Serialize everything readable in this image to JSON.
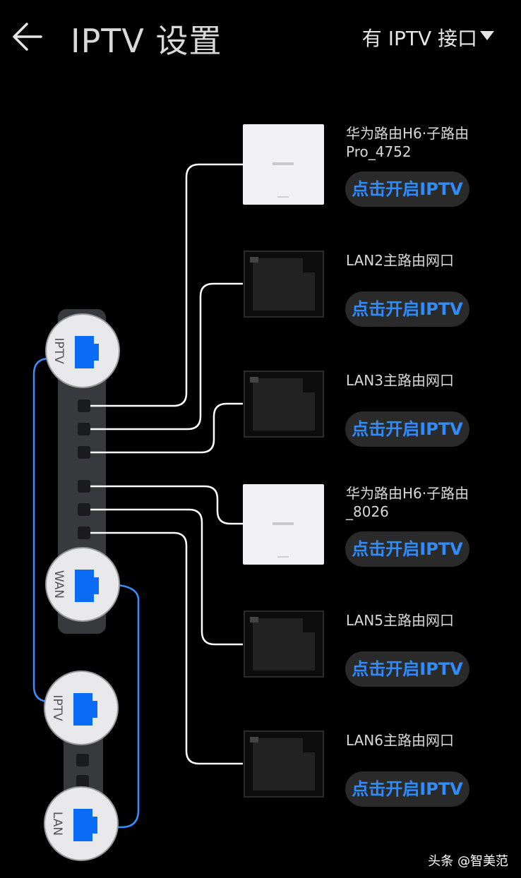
{
  "header": {
    "title": "IPTV 设置",
    "mode_label": "有 IPTV 接口"
  },
  "router": {
    "ports": [
      "IPTV",
      "WAN",
      "IPTV",
      "LAN"
    ]
  },
  "devices": [
    {
      "name": "华为路由H6·子路由\nPro_4752",
      "type": "sub-router",
      "button": "点击开启IPTV"
    },
    {
      "name": "LAN2主路由网口",
      "type": "lan-port",
      "button": "点击开启IPTV"
    },
    {
      "name": "LAN3主路由网口",
      "type": "lan-port",
      "button": "点击开启IPTV"
    },
    {
      "name": "华为路由H6·子路由\n_8026",
      "type": "sub-router",
      "button": "点击开启IPTV"
    },
    {
      "name": "LAN5主路由网口",
      "type": "lan-port",
      "button": "点击开启IPTV"
    },
    {
      "name": "LAN6主路由网口",
      "type": "lan-port",
      "button": "点击开启IPTV"
    }
  ],
  "watermark": "头条 @智美范",
  "colors": {
    "background": "#000000",
    "accent": "#2e8cff",
    "port_blue": "#0a6cf5",
    "cable_blue": "#3a8dff",
    "cable_white": "#ffffff"
  },
  "icons": {
    "back": "arrow-left-icon",
    "mode": "caret-down-icon"
  }
}
